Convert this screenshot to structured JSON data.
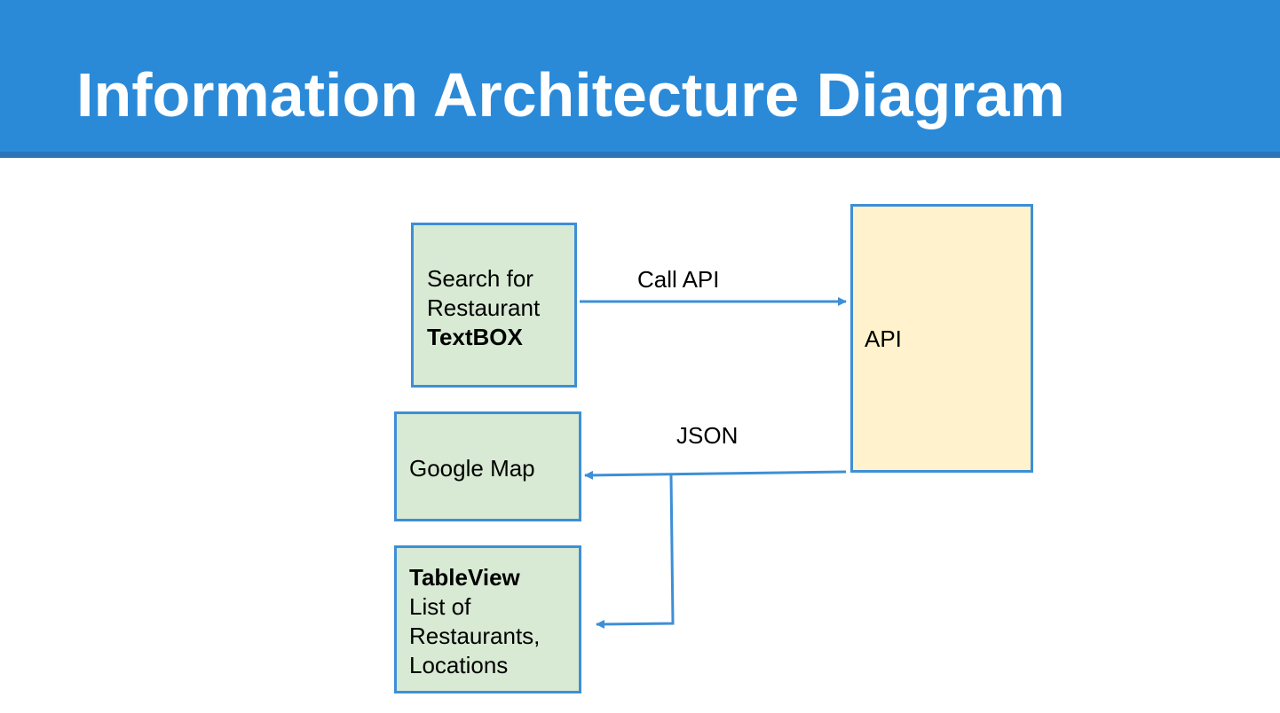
{
  "title": "Information Architecture Diagram",
  "nodes": {
    "search": {
      "line1": "Search for",
      "line2": "Restaurant",
      "line3": "TextBOX"
    },
    "api": {
      "label": "API"
    },
    "google_map": {
      "label": "Google Map"
    },
    "tableview": {
      "line1": "TableView",
      "line2": "List of",
      "line3": "Restaurants,",
      "line4": "Locations"
    }
  },
  "edges": {
    "call_api": "Call API",
    "json": "JSON"
  },
  "colors": {
    "header": "#2b8ad8",
    "header_shadow": "#2a74b8",
    "node_green": "#d8ead3",
    "node_yellow": "#fff2cc",
    "border": "#3d8fd6",
    "arrow": "#3d8fd6"
  }
}
